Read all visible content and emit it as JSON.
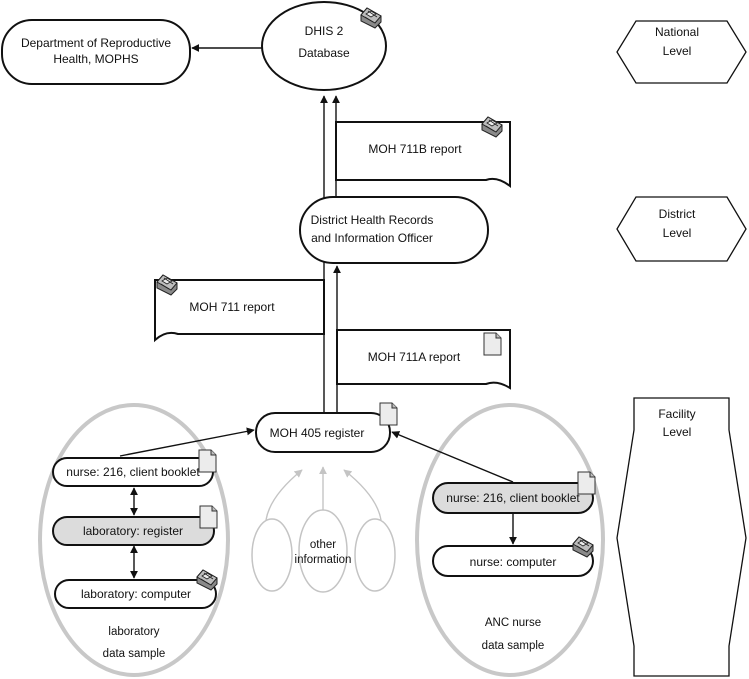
{
  "nodes": {
    "dhis_database": [
      "DHIS 2",
      "Database"
    ],
    "dept_reproductive_health": [
      "Department of Reproductive",
      "Health, MOPHS"
    ],
    "moh_711b_report": "MOH 711B report",
    "district_records_officer": [
      "District Health Records",
      "and Information Officer"
    ],
    "moh_711_report": "MOH 711 report",
    "moh_711a_report": "MOH 711A report",
    "moh_405_register": "MOH 405 register",
    "other_information": [
      "other",
      "information"
    ]
  },
  "levels": {
    "national": [
      "National",
      "Level"
    ],
    "district": [
      "District",
      "Level"
    ],
    "facility": [
      "Facility",
      "Level"
    ]
  },
  "laboratory_sample": {
    "client_booklet": "nurse: 216, client booklet",
    "register": "laboratory: register",
    "computer": "laboratory: computer",
    "caption": [
      "laboratory",
      "data sample"
    ]
  },
  "anc_sample": {
    "client_booklet": "nurse: 216, client booklet",
    "computer": "nurse: computer",
    "caption": [
      "ANC nurse",
      "data sample"
    ]
  },
  "colors": {
    "stroke": "#111111",
    "shaded_fill": "#dcdcdc",
    "sample_ellipse": "#c8c8c8",
    "faded_element": "#c4c4c4"
  },
  "icon_types": [
    "database-icon",
    "document-icon"
  ]
}
